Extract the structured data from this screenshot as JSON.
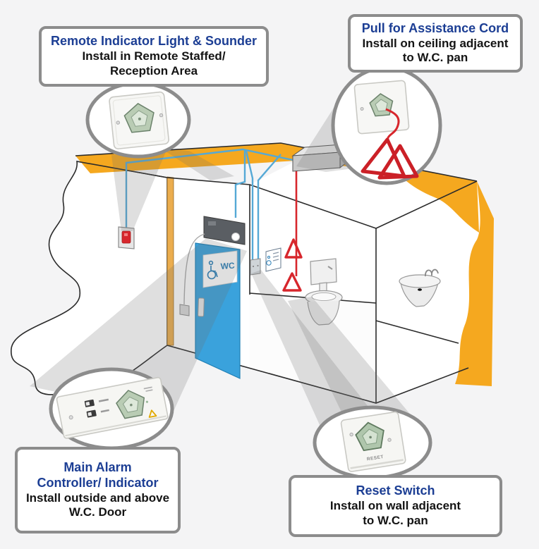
{
  "colors": {
    "background": "#F4F4F5",
    "callout_border": "#8C8C8C",
    "callout_title_blue": "#1C3E94",
    "callout_body_black": "#141414",
    "zoom_circle_border": "#8C8C8C",
    "ceiling_orange": "#F5A81F",
    "door_frame_orange": "#EBAD4E",
    "door_blue": "#3AA2DC",
    "pull_cord_red": "#D7262C",
    "wire_blue": "#55A9D6",
    "beam_gray": "#D9D9D9",
    "device_plate_white": "#F7F7F5",
    "pentagon_green": "#B9CCB4",
    "controller_gray": "#5A5E63"
  },
  "callouts": {
    "remote_indicator": {
      "title": "Remote Indicator Light & Sounder",
      "body_line1": "Install in Remote Staffed/",
      "body_line2": "Reception Area"
    },
    "pull_cord": {
      "title": "Pull for Assistance Cord",
      "body_line1": "Install on ceiling adjacent",
      "body_line2": "to W.C. pan"
    },
    "main_controller": {
      "title_line1": "Main Alarm",
      "title_line2": "Controller/ Indicator",
      "body_line1": "Install outside and above",
      "body_line2": "W.C. Door"
    },
    "reset_switch": {
      "title": "Reset Switch",
      "body_line1": "Install on wall adjacent",
      "body_line2": "to W.C. pan"
    }
  },
  "scene": {
    "door_sign_label": "WC",
    "reset_device_label": "RESET"
  }
}
